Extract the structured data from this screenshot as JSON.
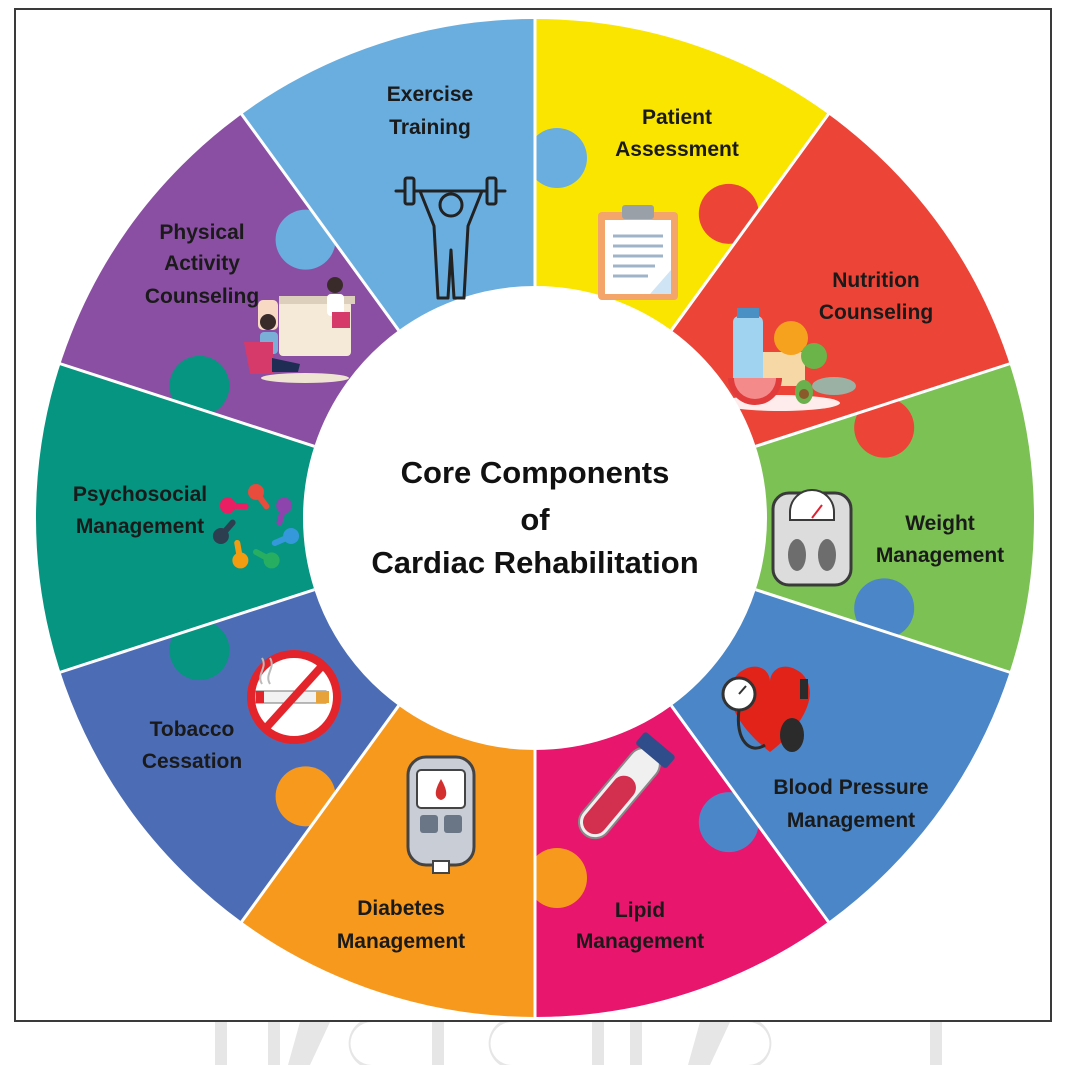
{
  "diagram": {
    "center": {
      "title_lines": [
        "Core Components",
        "of",
        "Cardiac Rehabilitation"
      ]
    },
    "segments": [
      {
        "id": "exercise-training",
        "label_lines": [
          "Exercise",
          "Training"
        ],
        "color": "#6aaee0",
        "icon": "weightlifter-icon"
      },
      {
        "id": "patient-assessment",
        "label_lines": [
          "Patient",
          "Assessment"
        ],
        "color": "#fae500",
        "icon": "clipboard-icon"
      },
      {
        "id": "nutrition-counseling",
        "label_lines": [
          "Nutrition",
          "Counseling"
        ],
        "color": "#ec4437",
        "icon": "healthy-food-icon"
      },
      {
        "id": "weight-management",
        "label_lines": [
          "Weight",
          "Management"
        ],
        "color": "#7cc154",
        "icon": "bathroom-scale-icon"
      },
      {
        "id": "blood-pressure-management",
        "label_lines": [
          "Blood Pressure",
          "Management"
        ],
        "color": "#4a86c8",
        "icon": "heart-blood-pressure-icon"
      },
      {
        "id": "lipid-management",
        "label_lines": [
          "Lipid",
          "Management"
        ],
        "color": "#e8166d",
        "icon": "blood-test-tube-icon"
      },
      {
        "id": "diabetes-management",
        "label_lines": [
          "Diabetes",
          "Management"
        ],
        "color": "#f7991d",
        "icon": "glucometer-icon"
      },
      {
        "id": "tobacco-cessation",
        "label_lines": [
          "Tobacco",
          "Cessation"
        ],
        "color": "#4c6db5",
        "icon": "no-smoking-icon"
      },
      {
        "id": "psychosocial-management",
        "label_lines": [
          "Psychosocial",
          "Management"
        ],
        "color": "#059580",
        "icon": "people-circle-icon"
      },
      {
        "id": "physical-activity-counseling",
        "label_lines": [
          "Physical",
          "Activity",
          "Counseling"
        ],
        "color": "#8a4fa3",
        "icon": "counseling-session-icon"
      }
    ]
  }
}
